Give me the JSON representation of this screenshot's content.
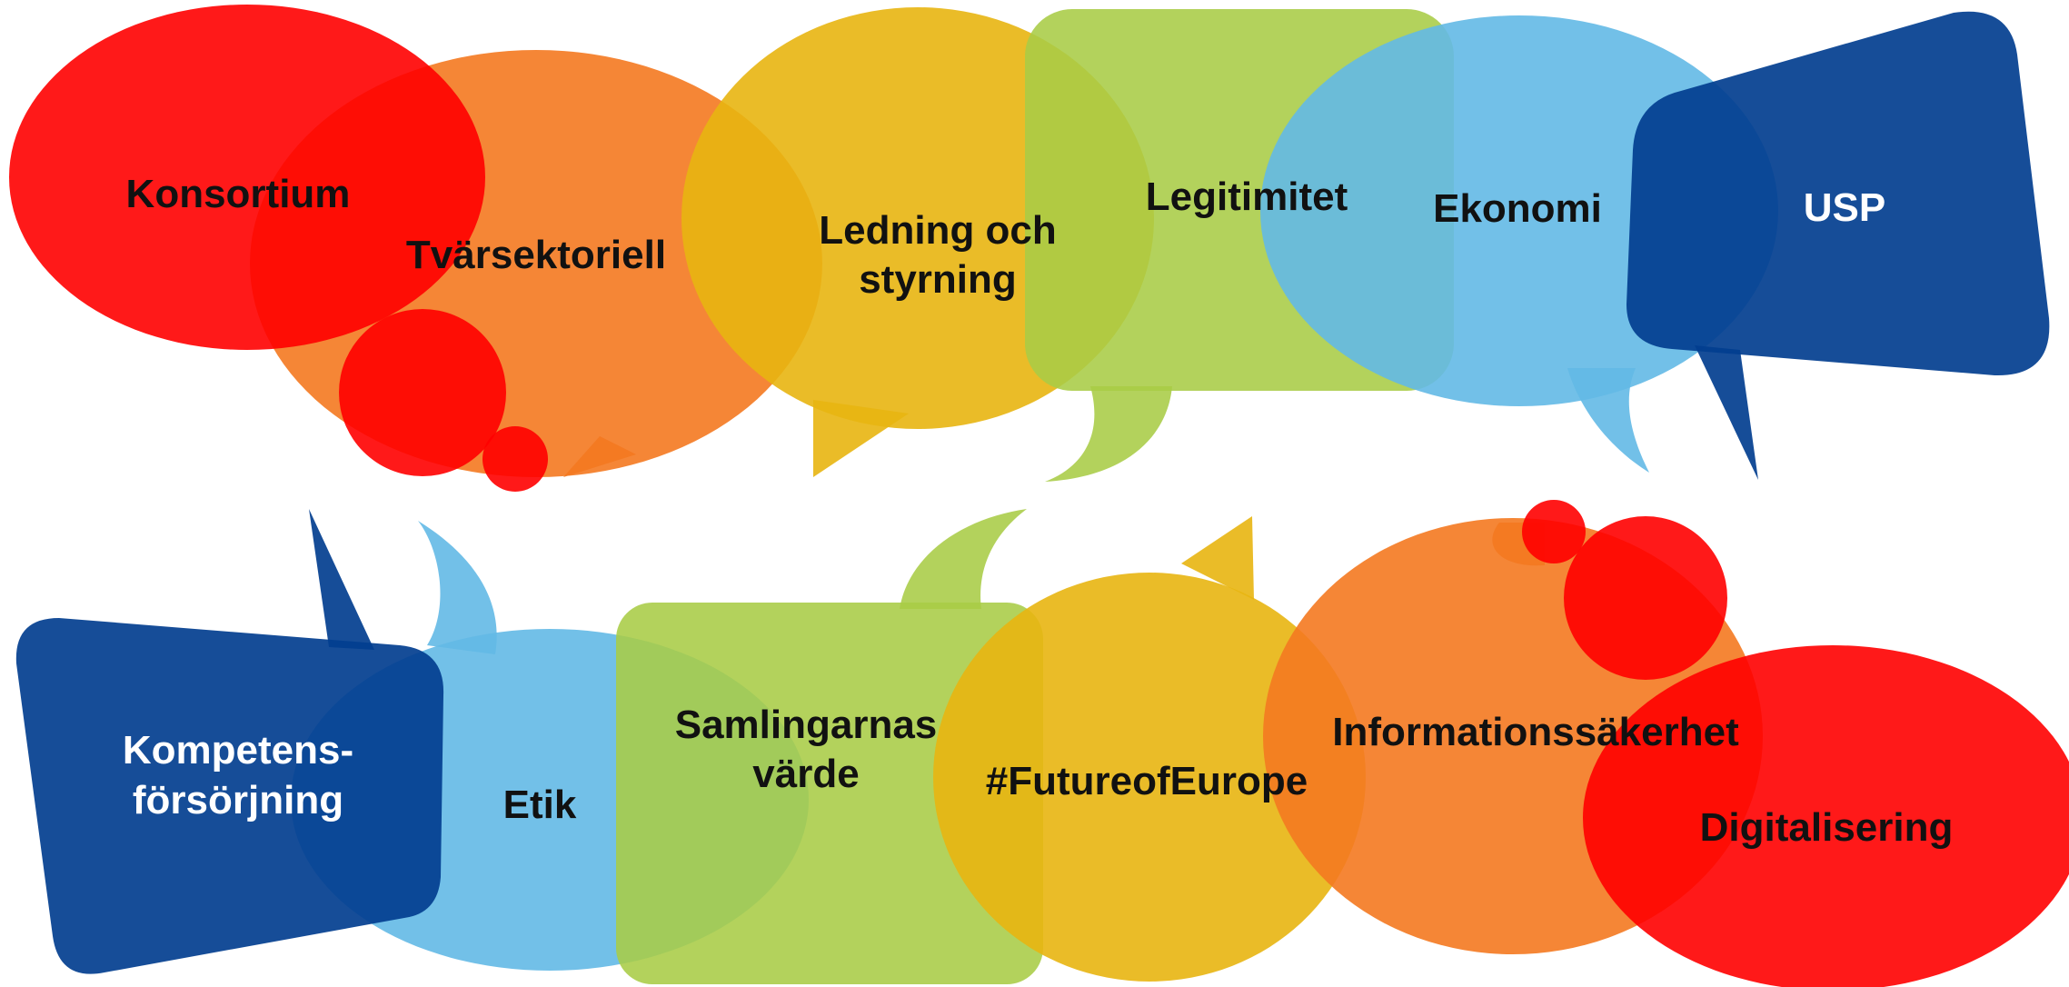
{
  "palette": {
    "red": "#FF0000",
    "orange": "#F47920",
    "yellow": "#E8B511",
    "lime": "#A8CC45",
    "sky": "#63B9E6",
    "navy": "#023E8F"
  },
  "bubbles": {
    "konsortium": {
      "label": "Konsortium",
      "color": "red"
    },
    "tvarsektoriell": {
      "label": "Tvärsektoriell",
      "color": "orange"
    },
    "ledning": {
      "line1": "Ledning och",
      "line2": "styrning",
      "color": "yellow"
    },
    "legitimitet": {
      "label": "Legitimitet",
      "color": "lime"
    },
    "ekonomi": {
      "label": "Ekonomi",
      "color": "sky"
    },
    "usp": {
      "label": "USP",
      "color": "navy"
    },
    "kompetens": {
      "line1": "Kompetens-",
      "line2": "försörjning",
      "color": "navy"
    },
    "etik": {
      "label": "Etik",
      "color": "sky"
    },
    "samlingarnas": {
      "line1": "Samlingarnas",
      "line2": "värde",
      "color": "lime"
    },
    "future": {
      "label": "#FutureofEurope",
      "color": "yellow"
    },
    "informationssakerhet": {
      "label": "Informationssäkerhet",
      "color": "orange"
    },
    "digitalisering": {
      "label": "Digitalisering",
      "color": "red"
    }
  }
}
